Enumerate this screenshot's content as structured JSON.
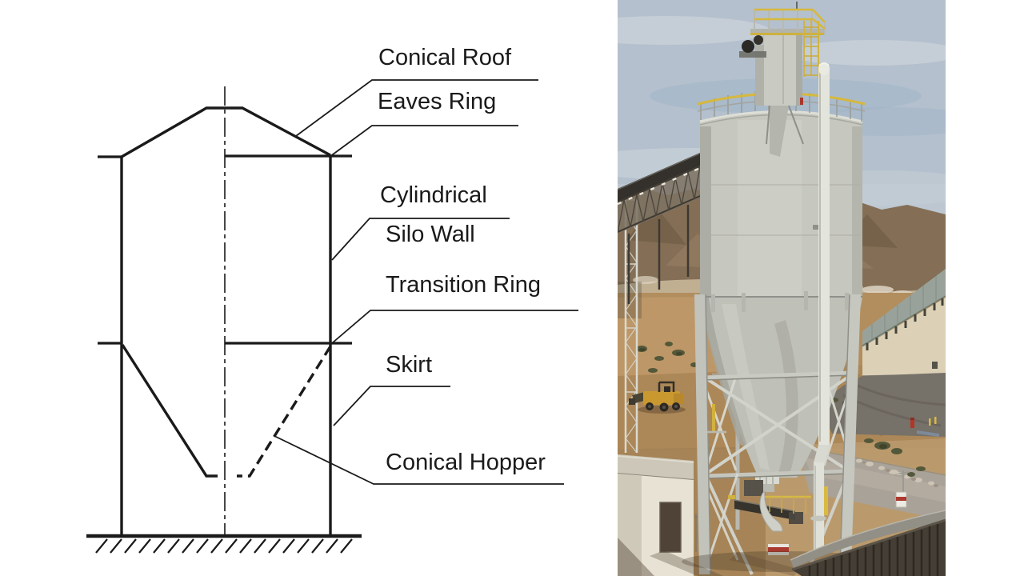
{
  "slide": {
    "background": "#ffffff",
    "layout": "diagram left, photograph right, white right margin"
  },
  "diagram": {
    "subject": "vertical cross-section schematic of a silo",
    "ink_color": "#1a1a1a",
    "labels": [
      {
        "id": "conical-roof",
        "text": "Conical Roof"
      },
      {
        "id": "eaves-ring",
        "text": "Eaves Ring"
      },
      {
        "id": "cylindrical-silo-wall-line1",
        "text": "Cylindrical"
      },
      {
        "id": "cylindrical-silo-wall-line2",
        "text": "Silo Wall"
      },
      {
        "id": "transition-ring",
        "text": "Transition Ring"
      },
      {
        "id": "skirt",
        "text": "Skirt"
      },
      {
        "id": "conical-hopper",
        "text": "Conical Hopper"
      }
    ]
  },
  "photo": {
    "description": "Light gray cement silo with cylindrical shell, conical hopper and steel support frame at a desert aggregate plant; inclined belt conveyor rises from the left, yellow-railed platform and bucket-elevator head on top, white standpipe down the front, small white shed and yellow loader at left, metal building and access road at right, dark conveyor gallery crossing the lower right, brown mountains and hazy blue sky behind.",
    "visible_objects": [
      "cylindrical silo shell",
      "conical hopper",
      "steel support frame with X-bracing",
      "top platform with yellow guardrail",
      "bucket elevator head",
      "caged ladder",
      "white standpipe",
      "inclined belt conveyor",
      "conveyor gallery (foreground)",
      "white equipment shed",
      "yellow front-end loader",
      "metal warehouse building",
      "access road",
      "fire hydrant",
      "desert scrub and mountains"
    ],
    "colors": {
      "sky": "#b4c0cd",
      "cloud_band": "#9db3c8",
      "mountain": "#846f56",
      "desert_dirt": "#b28e5e",
      "silo_shell": "#c6c7bf",
      "silo_shadow": "#a9aaa2",
      "guardrail_yellow": "#d6b83e",
      "conveyor_dark": "#34312c",
      "gallery_truss": "#453e35",
      "building_wall": "#dcd1b6",
      "building_roof": "#99a29a",
      "road": "#a9a298",
      "loader_yellow": "#c9992f",
      "hydrant_red": "#b23528"
    }
  }
}
